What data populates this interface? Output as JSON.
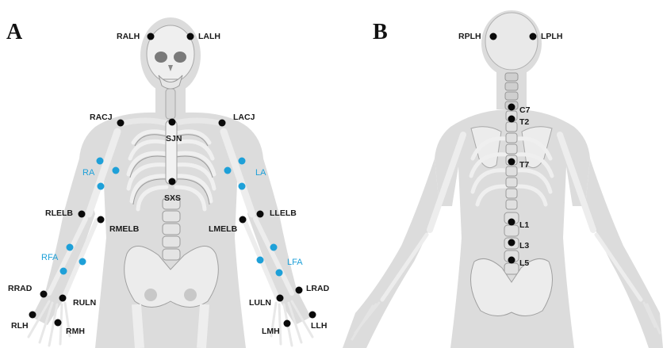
{
  "colors": {
    "background": "#ffffff",
    "body_silhouette": "#d9d9d9",
    "bone": "#efefef",
    "bone_shadow": "#b0b0b0",
    "marker_black": "#0a0a0a",
    "marker_blue": "#1ea0d8",
    "label_blue": "#1ea0d8"
  },
  "panels": {
    "a": {
      "letter": "A",
      "markers": {
        "ralh": "RALH",
        "lalh": "LALH",
        "racj": "RACJ",
        "lacj": "LACJ",
        "sjn": "SJN",
        "sxs": "SXS",
        "rlelb": "RLELB",
        "rmelb": "RMELB",
        "llelb": "LLELB",
        "lmelb": "LMELB",
        "rrad": "RRAD",
        "ruln": "RULN",
        "luln": "LULN",
        "lrad": "LRAD",
        "rlh": "RLH",
        "rmh": "RMH",
        "lmh": "LMH",
        "llh": "LLH"
      },
      "clusters": {
        "ra": "RA",
        "la": "LA",
        "rfa": "RFA",
        "lfa": "LFA"
      }
    },
    "b": {
      "letter": "B",
      "markers": {
        "rplh": "RPLH",
        "lplh": "LPLH",
        "c7": "C7",
        "t2": "T2",
        "t7": "T7",
        "l1": "L1",
        "l3": "L3",
        "l5": "L5"
      }
    }
  }
}
